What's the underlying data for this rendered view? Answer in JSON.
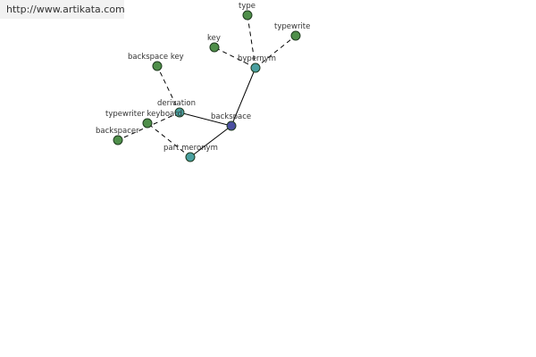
{
  "banner": {
    "url": "http://www.artikata.com"
  },
  "colors": {
    "center": "#4a4fa0",
    "relation": "#4aa0a0",
    "leaf": "#4f8f4a"
  },
  "graph": {
    "nodes": [
      {
        "id": "backspace",
        "label": "backspace",
        "kind": "center"
      },
      {
        "id": "hypernym",
        "label": "hypernym",
        "kind": "relation"
      },
      {
        "id": "derivation",
        "label": "derivation",
        "kind": "relation"
      },
      {
        "id": "part-meronym",
        "label": "part meronym",
        "kind": "relation"
      },
      {
        "id": "type",
        "label": "type",
        "kind": "leaf"
      },
      {
        "id": "key",
        "label": "key",
        "kind": "leaf"
      },
      {
        "id": "typewrite",
        "label": "typewrite",
        "kind": "leaf"
      },
      {
        "id": "backspace-key",
        "label": "backspace key",
        "kind": "leaf"
      },
      {
        "id": "typewriter-keyboard",
        "label": "typewriter keyboard",
        "kind": "leaf"
      },
      {
        "id": "backspacer",
        "label": "backspacer",
        "kind": "leaf"
      }
    ],
    "edges": [
      {
        "from": "backspace",
        "to": "hypernym",
        "style": "solid"
      },
      {
        "from": "backspace",
        "to": "derivation",
        "style": "solid"
      },
      {
        "from": "backspace",
        "to": "part-meronym",
        "style": "solid"
      },
      {
        "from": "hypernym",
        "to": "type",
        "style": "dashed"
      },
      {
        "from": "hypernym",
        "to": "key",
        "style": "dashed"
      },
      {
        "from": "hypernym",
        "to": "typewrite",
        "style": "dashed"
      },
      {
        "from": "derivation",
        "to": "backspace-key",
        "style": "dashed"
      },
      {
        "from": "derivation",
        "to": "backspacer",
        "style": "dashed"
      },
      {
        "from": "part-meronym",
        "to": "typewriter-keyboard",
        "style": "dashed"
      }
    ]
  }
}
